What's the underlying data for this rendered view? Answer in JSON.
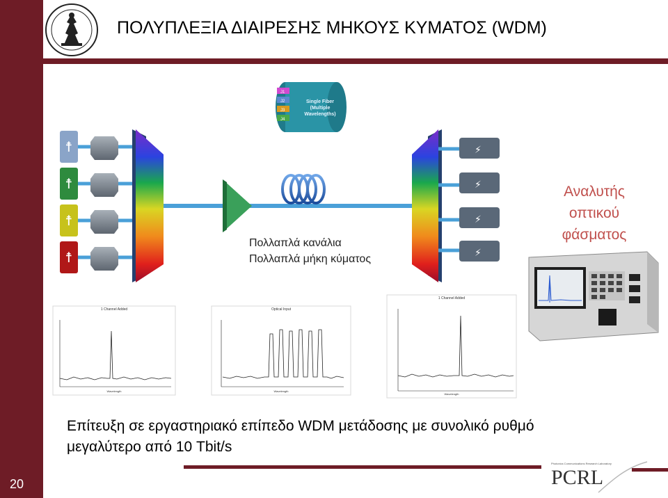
{
  "slide": {
    "title": "ΠΟΛΥΠΛΕΞΙΑ ΔΙΑΙΡΕΣΗΣ ΜΗΚΟΥΣ ΚΥΜΑΤΟΣ (WDM)",
    "page_number": "20"
  },
  "diagram": {
    "fiber_box_lines": [
      "Single Fiber",
      "(Multiple",
      "Wavelengths)"
    ],
    "fiber_box_channels": [
      "J1",
      "J2",
      "J3",
      "J4"
    ],
    "label_line1": "Πολλαπλά κανάλια",
    "label_line2": "Πολλαπλά μήκη κύματος",
    "osa_label": [
      "Αναλυτής",
      "οπτικού",
      "φάσματος"
    ],
    "transmitter_colors": [
      "#8aa4c8",
      "#2e8b3e",
      "#c7c21c",
      "#b01818"
    ],
    "accent_color": "#6e1c26"
  },
  "spectra": [
    {
      "title": "1 Channel Added",
      "xlabel": "Wavelength"
    },
    {
      "title": "Optical Input",
      "xlabel": "Wavelength"
    },
    {
      "title": "1 Channel Added",
      "xlabel": "Wavelength"
    }
  ],
  "footer": {
    "line1": "Επίτευξη σε εργαστηριακό επίπεδο WDM μετάδοσης με συνολικό ρυθμό",
    "line2": "μεγαλύτερο από 10 Tbit/s",
    "logo_text": "PCRL",
    "logo_caption": "Photonics Communications Research Laboratory"
  }
}
